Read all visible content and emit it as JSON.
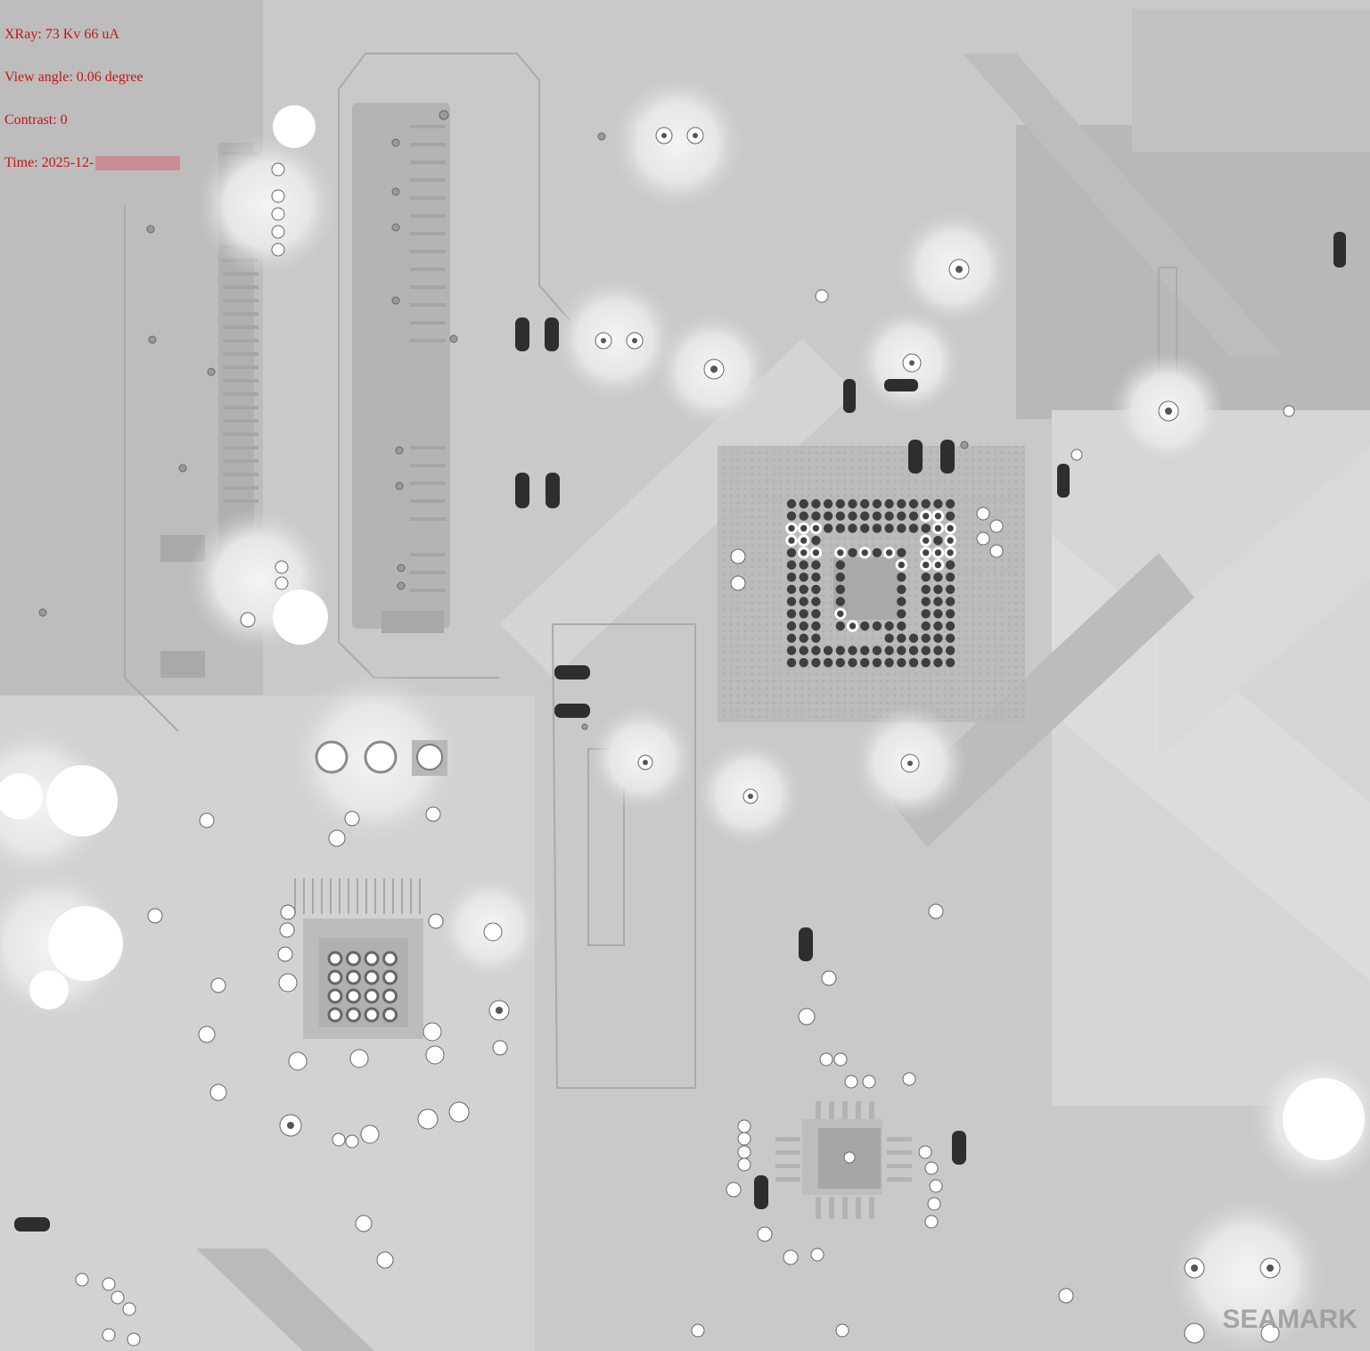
{
  "overlay": {
    "xray_line": "XRay: 73 Kv 66 uA",
    "view_angle_line": "View angle: 0.06 degree",
    "contrast_line": "Contrast: 0",
    "time_label": "Time: 2025-12-",
    "time_value_redacted": true,
    "text_color": "#c81414"
  },
  "watermark": {
    "text": "SEAMARK"
  },
  "image": {
    "type": "pcb-xray-inspection",
    "background_color": "#c8c8c8",
    "bga_main": {
      "rows": 14,
      "cols": 14,
      "ball_color": "#3a3a3a"
    },
    "bga_small": {
      "rows": 4,
      "cols": 4
    }
  }
}
